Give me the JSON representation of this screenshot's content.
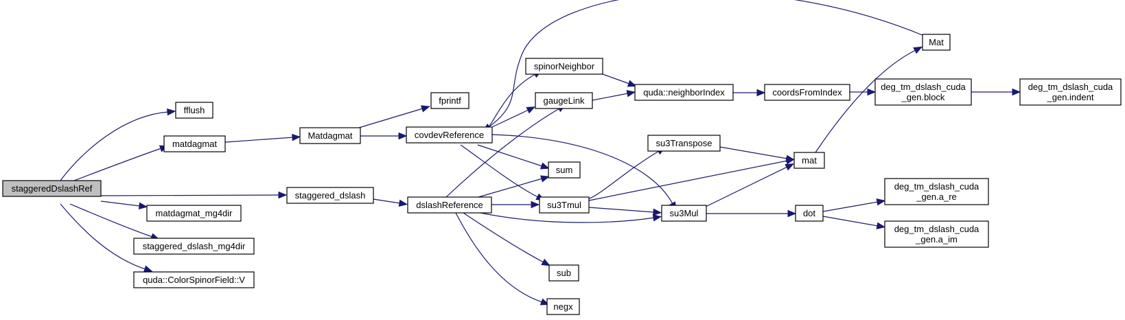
{
  "diagram": {
    "type": "call-graph",
    "root": "staggeredDslashRef",
    "colors": {
      "edge": "#191970",
      "root_fill": "#bfbfbf",
      "node_fill": "#ffffff",
      "node_border": "#000000"
    },
    "nodes": [
      {
        "id": "staggeredDslashRef",
        "lines": [
          "staggeredDslashRef"
        ]
      },
      {
        "id": "fflush",
        "lines": [
          "fflush"
        ]
      },
      {
        "id": "matdagmat",
        "lines": [
          "matdagmat"
        ]
      },
      {
        "id": "staggered_dslash",
        "lines": [
          "staggered_dslash"
        ]
      },
      {
        "id": "matdagmat_mg4dir",
        "lines": [
          "matdagmat_mg4dir"
        ]
      },
      {
        "id": "staggered_dslash_mg4dir",
        "lines": [
          "staggered_dslash_mg4dir"
        ]
      },
      {
        "id": "V",
        "lines": [
          "quda::ColorSpinorField::V"
        ]
      },
      {
        "id": "Matdagmat",
        "lines": [
          "Matdagmat"
        ]
      },
      {
        "id": "fprintf",
        "lines": [
          "fprintf"
        ]
      },
      {
        "id": "covdevReference",
        "lines": [
          "covdevReference"
        ]
      },
      {
        "id": "dslashReference",
        "lines": [
          "dslashReference"
        ]
      },
      {
        "id": "spinorNeighbor",
        "lines": [
          "spinorNeighbor"
        ]
      },
      {
        "id": "gaugeLink",
        "lines": [
          "gaugeLink"
        ]
      },
      {
        "id": "sum",
        "lines": [
          "sum"
        ]
      },
      {
        "id": "su3Tmul",
        "lines": [
          "su3Tmul"
        ]
      },
      {
        "id": "su3Mul",
        "lines": [
          "su3Mul"
        ]
      },
      {
        "id": "sub",
        "lines": [
          "sub"
        ]
      },
      {
        "id": "negx",
        "lines": [
          "negx"
        ]
      },
      {
        "id": "neighborIndex",
        "lines": [
          "quda::neighborIndex"
        ]
      },
      {
        "id": "su3Transpose",
        "lines": [
          "su3Transpose"
        ]
      },
      {
        "id": "coordsFromIndex",
        "lines": [
          "coordsFromIndex"
        ]
      },
      {
        "id": "Mat",
        "lines": [
          "Mat"
        ]
      },
      {
        "id": "mat",
        "lines": [
          "mat"
        ]
      },
      {
        "id": "dot",
        "lines": [
          "dot"
        ]
      },
      {
        "id": "block",
        "lines": [
          "deg_tm_dslash_cuda",
          "_gen.block"
        ]
      },
      {
        "id": "indent",
        "lines": [
          "deg_tm_dslash_cuda",
          "_gen.indent"
        ]
      },
      {
        "id": "a_re",
        "lines": [
          "deg_tm_dslash_cuda",
          "_gen.a_re"
        ]
      },
      {
        "id": "a_im",
        "lines": [
          "deg_tm_dslash_cuda",
          "_gen.a_im"
        ]
      }
    ],
    "edges": [
      {
        "from": "staggeredDslashRef",
        "to": "fflush"
      },
      {
        "from": "staggeredDslashRef",
        "to": "matdagmat"
      },
      {
        "from": "staggeredDslashRef",
        "to": "staggered_dslash"
      },
      {
        "from": "staggeredDslashRef",
        "to": "matdagmat_mg4dir"
      },
      {
        "from": "staggeredDslashRef",
        "to": "staggered_dslash_mg4dir"
      },
      {
        "from": "staggeredDslashRef",
        "to": "V"
      },
      {
        "from": "matdagmat",
        "to": "Matdagmat"
      },
      {
        "from": "Matdagmat",
        "to": "fprintf"
      },
      {
        "from": "Matdagmat",
        "to": "covdevReference"
      },
      {
        "from": "staggered_dslash",
        "to": "dslashReference"
      },
      {
        "from": "covdevReference",
        "to": "spinorNeighbor"
      },
      {
        "from": "covdevReference",
        "to": "gaugeLink"
      },
      {
        "from": "covdevReference",
        "to": "sum"
      },
      {
        "from": "covdevReference",
        "to": "su3Tmul"
      },
      {
        "from": "covdevReference",
        "to": "su3Mul"
      },
      {
        "from": "Mat",
        "to": "covdevReference"
      },
      {
        "from": "dslashReference",
        "to": "gaugeLink"
      },
      {
        "from": "dslashReference",
        "to": "sum"
      },
      {
        "from": "dslashReference",
        "to": "su3Tmul"
      },
      {
        "from": "dslashReference",
        "to": "su3Mul"
      },
      {
        "from": "dslashReference",
        "to": "sub"
      },
      {
        "from": "dslashReference",
        "to": "negx"
      },
      {
        "from": "spinorNeighbor",
        "to": "neighborIndex"
      },
      {
        "from": "gaugeLink",
        "to": "neighborIndex"
      },
      {
        "from": "neighborIndex",
        "to": "coordsFromIndex"
      },
      {
        "from": "coordsFromIndex",
        "to": "block"
      },
      {
        "from": "block",
        "to": "indent"
      },
      {
        "from": "su3Tmul",
        "to": "su3Transpose"
      },
      {
        "from": "su3Tmul",
        "to": "mat"
      },
      {
        "from": "su3Tmul",
        "to": "su3Mul"
      },
      {
        "from": "su3Transpose",
        "to": "mat"
      },
      {
        "from": "su3Mul",
        "to": "mat"
      },
      {
        "from": "su3Mul",
        "to": "dot"
      },
      {
        "from": "mat",
        "to": "Mat"
      },
      {
        "from": "dot",
        "to": "a_re"
      },
      {
        "from": "dot",
        "to": "a_im"
      }
    ]
  }
}
